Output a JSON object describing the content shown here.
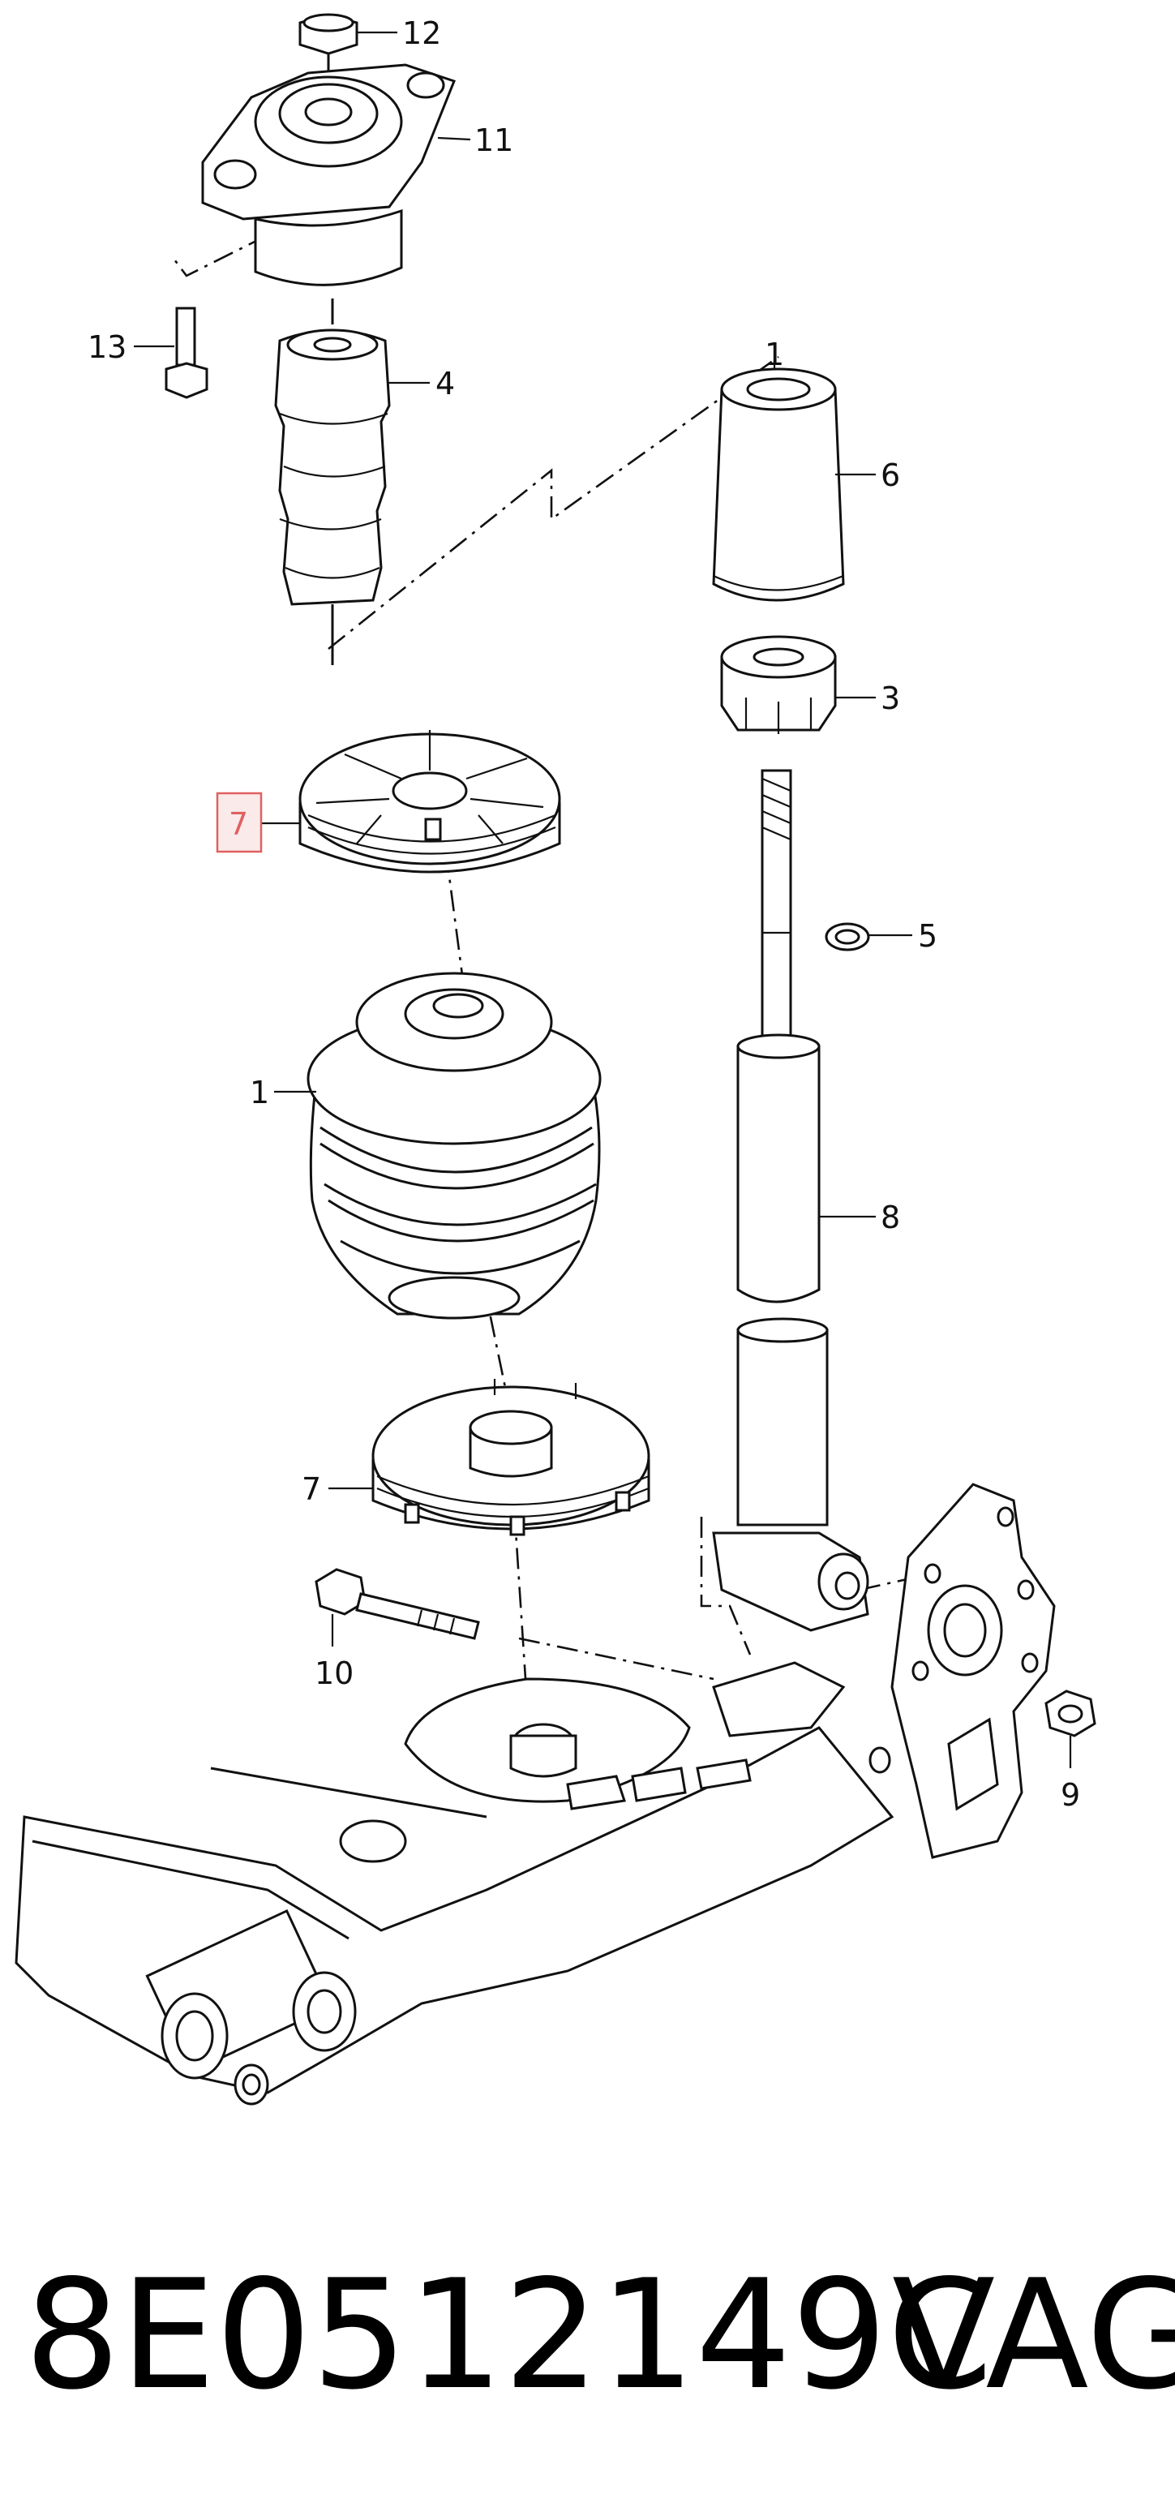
{
  "callouts": {
    "c12": "12",
    "c11": "11",
    "c13": "13",
    "c4": "4",
    "c6": "6",
    "c3": "3",
    "c7_top": "7",
    "c5": "5",
    "c1_spring": "1",
    "c1_top": "1",
    "c8": "8",
    "c7_bottom": "7",
    "c10": "10",
    "c9": "9"
  },
  "highlight_color": "#e06060",
  "part_number": "8E0512149C",
  "brand": "VAG"
}
